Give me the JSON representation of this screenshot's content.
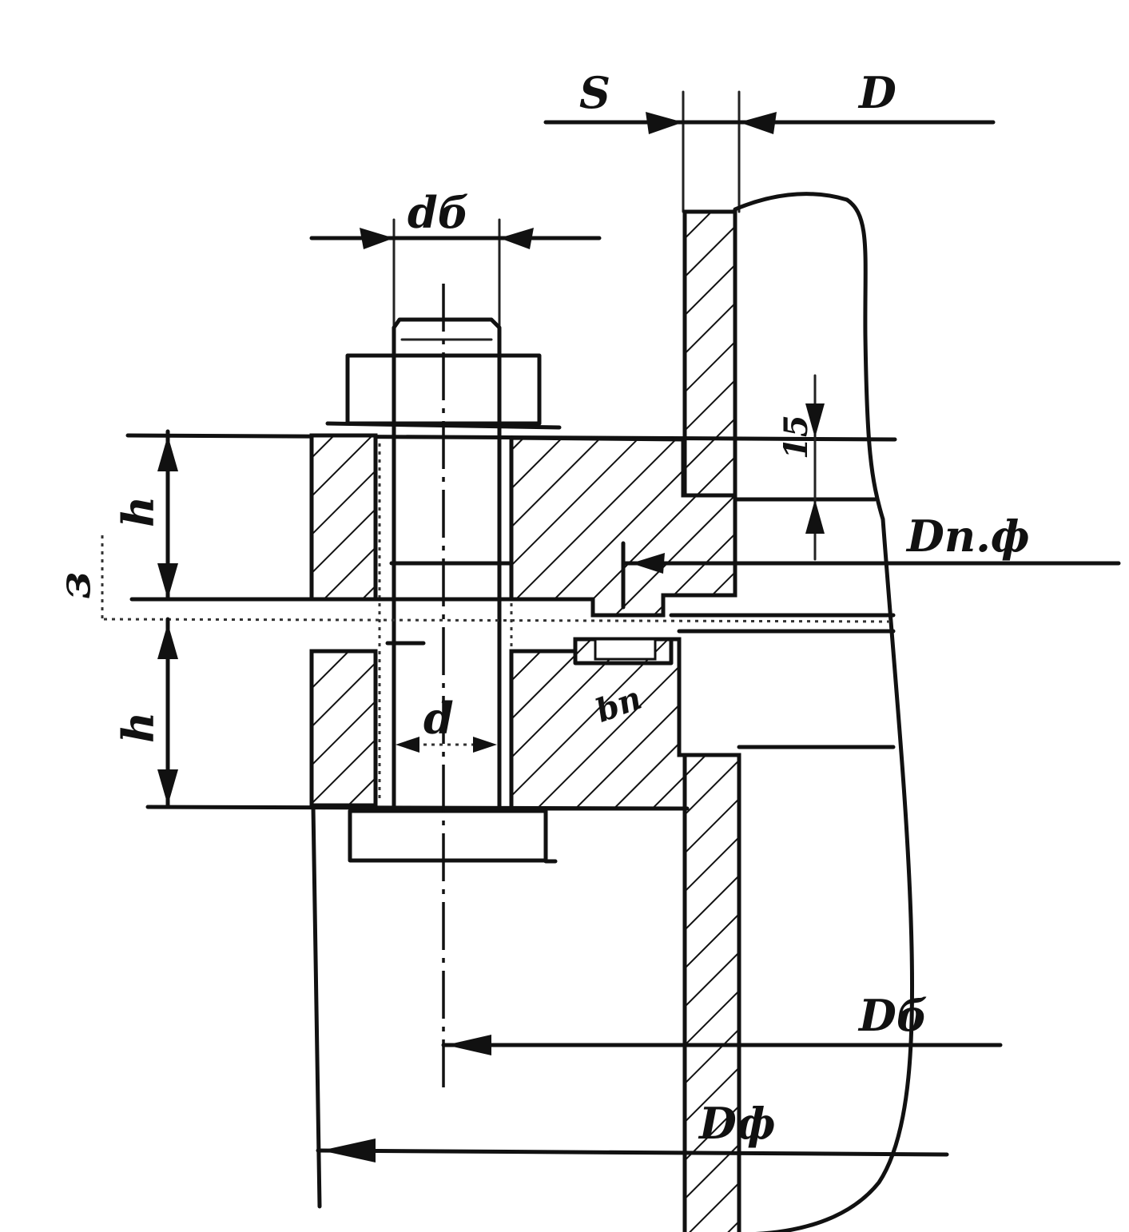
{
  "labels": {
    "s": "S",
    "d_vessel": "D",
    "d_bolt": "dб",
    "dim_15": "15",
    "d_gasket": "Dп.ф",
    "gap_z": "з",
    "h_top": "h",
    "h_bottom": "h",
    "d_hole": "d",
    "b_gasket": "bп",
    "d_bolt_circle": "Dб",
    "d_flange": "Dф"
  },
  "colors": {
    "ink": "#111111",
    "paper": "#ffffff"
  }
}
